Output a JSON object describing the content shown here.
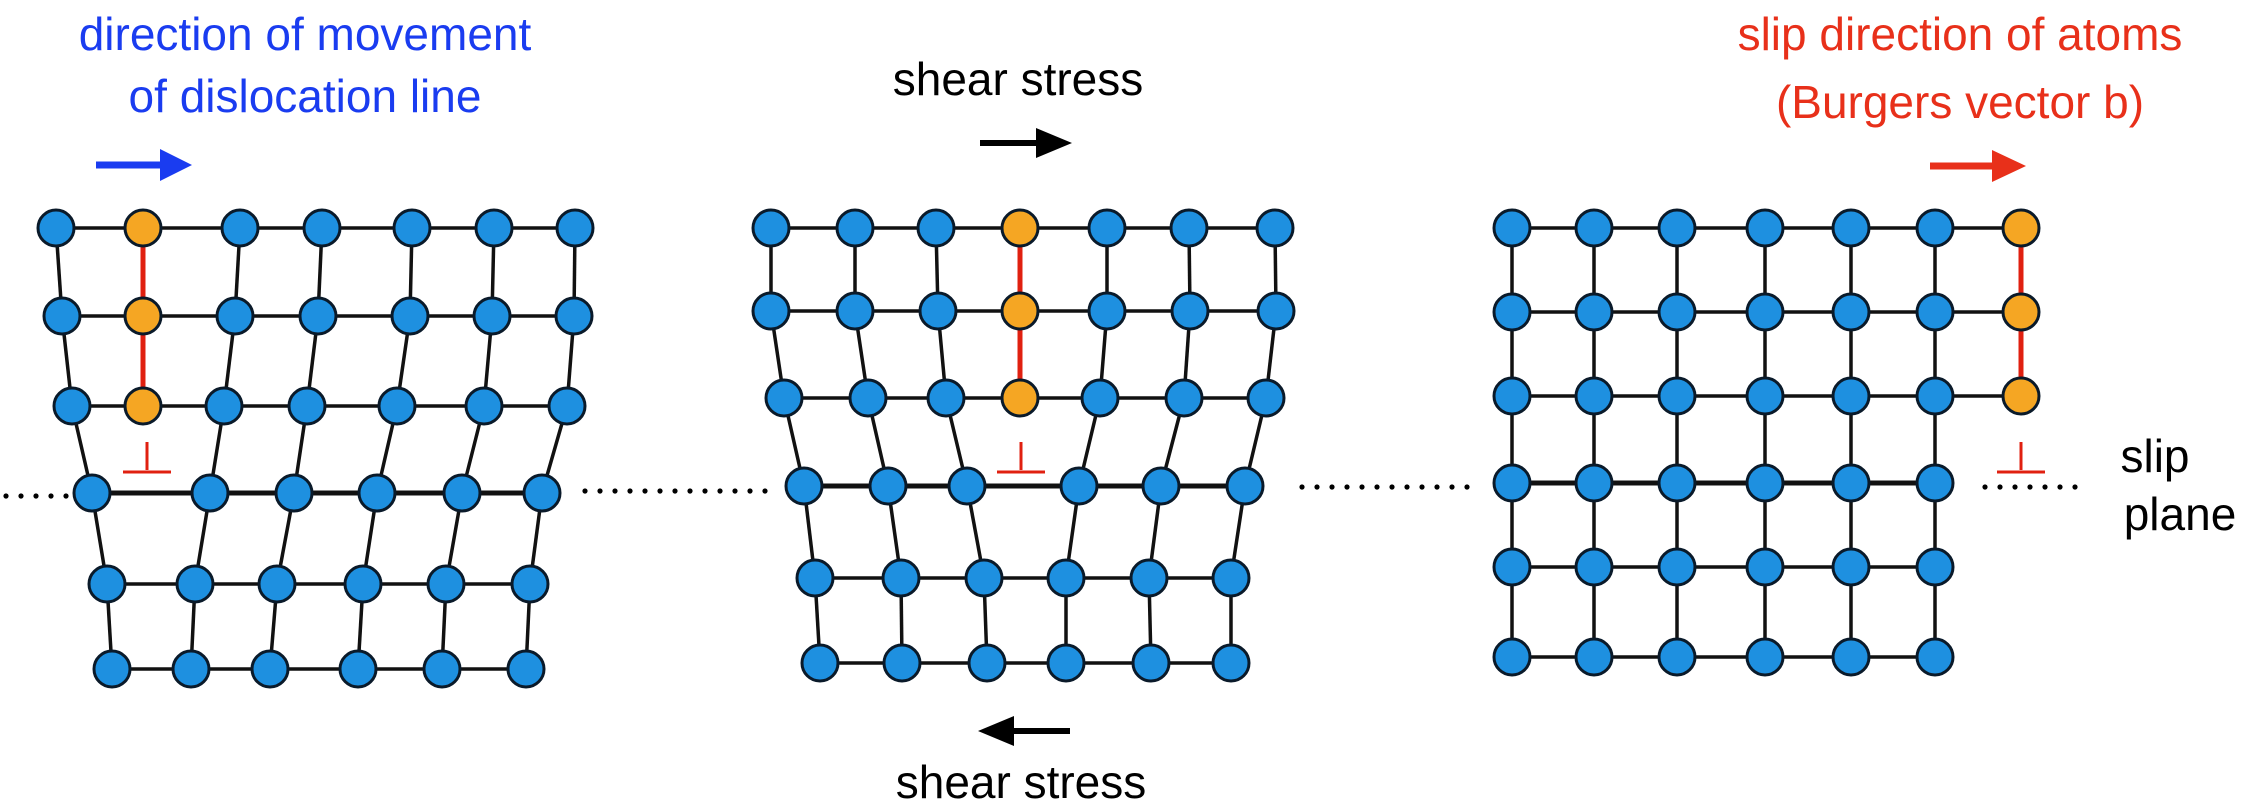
{
  "labels": {
    "blue_line1": "direction of movement",
    "blue_line2": "of dislocation line",
    "shear_top": "shear stress",
    "shear_bottom": "shear stress",
    "red_line1": "slip direction of atoms",
    "red_line2": "(Burgers vector b)",
    "slip_line1": "slip",
    "slip_line2": "plane",
    "dislocation_symbol": "⊥"
  },
  "colors": {
    "atom_fill": "#1e90e0",
    "atom_stroke": "#0a1a2a",
    "extra_atom_fill": "#f5a623",
    "bond": "#111111",
    "extra_bond": "#e02010",
    "blue_text": "#1a3cf0",
    "red_text": "#e8301a",
    "black": "#000000"
  },
  "diagram": {
    "panels": [
      {
        "name": "panel-1",
        "upper_columns": 7,
        "lower_columns": 6,
        "upper_rows": 3,
        "lower_rows": 3,
        "extra_half_plane_column": 2
      },
      {
        "name": "panel-2",
        "upper_columns": 7,
        "lower_columns": 6,
        "upper_rows": 3,
        "lower_rows": 3,
        "extra_half_plane_column": 4
      },
      {
        "name": "panel-3",
        "upper_columns": 7,
        "lower_columns": 6,
        "upper_rows": 3,
        "lower_rows": 3,
        "extra_half_plane_column": 7
      }
    ]
  }
}
